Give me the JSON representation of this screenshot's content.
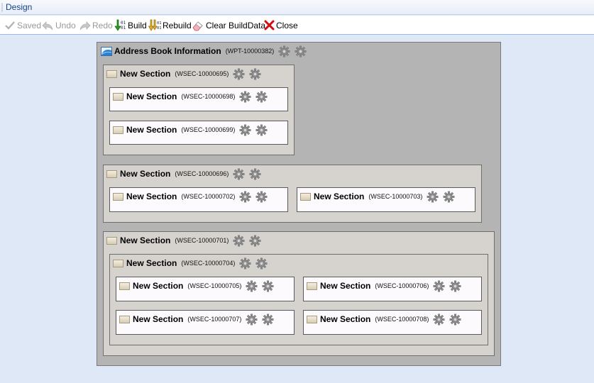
{
  "tab": {
    "label": "Design"
  },
  "toolbar": {
    "saved": "Saved",
    "undo": "Undo",
    "redo": "Redo",
    "build": "Build",
    "rebuild": "Rebuild",
    "clear_builddata": "Clear BuildData",
    "close": "Close"
  },
  "page": {
    "title": "Address Book Information",
    "code": "(WPT-10000382)"
  },
  "sections": {
    "s695": {
      "title": "New Section",
      "code": "(WSEC-10000695)"
    },
    "s698": {
      "title": "New Section",
      "code": "(WSEC-10000698)"
    },
    "s699": {
      "title": "New Section",
      "code": "(WSEC-10000699)"
    },
    "s696": {
      "title": "New Section",
      "code": "(WSEC-10000696)"
    },
    "s702": {
      "title": "New Section",
      "code": "(WSEC-10000702)"
    },
    "s703": {
      "title": "New Section",
      "code": "(WSEC-10000703)"
    },
    "s701": {
      "title": "New Section",
      "code": "(WSEC-10000701)"
    },
    "s704": {
      "title": "New Section",
      "code": "(WSEC-10000704)"
    },
    "s705": {
      "title": "New Section",
      "code": "(WSEC-10000705)"
    },
    "s706": {
      "title": "New Section",
      "code": "(WSEC-10000706)"
    },
    "s707": {
      "title": "New Section",
      "code": "(WSEC-10000707)"
    },
    "s708": {
      "title": "New Section",
      "code": "(WSEC-10000708)"
    }
  }
}
